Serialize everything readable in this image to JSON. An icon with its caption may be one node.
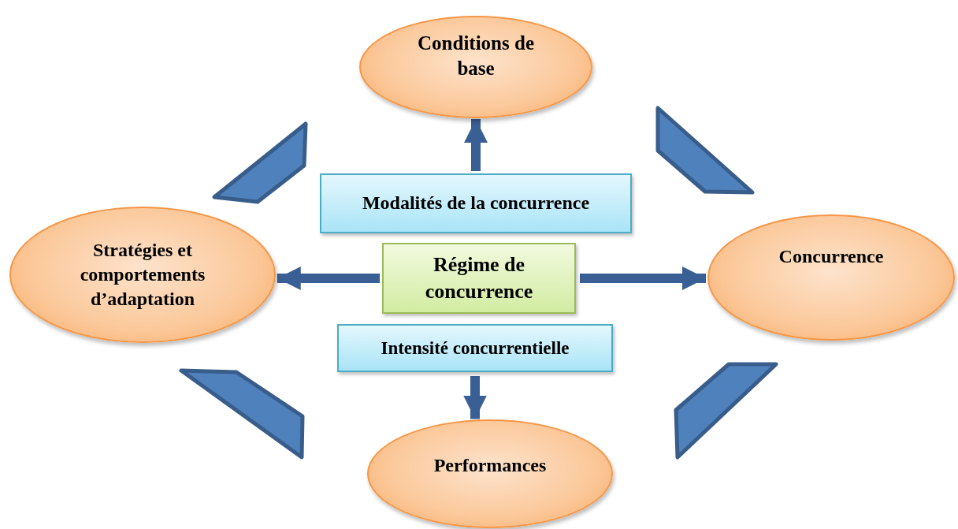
{
  "diagram": {
    "nodes": [
      {
        "text": [
          "Conditions de base"
        ]
      },
      {
        "text": [
          "Modalités de la concurrence"
        ]
      },
      {
        "text": [
          "Stratégies et comportements d’adaptation"
        ]
      },
      {
        "text": [
          "Régime de concurrence"
        ]
      },
      {
        "text": [
          "Concurrence"
        ]
      },
      {
        "text": [
          "Intensité concurrentielle"
        ]
      },
      {
        "text": [
          "Performances"
        ]
      }
    ],
    "edges": [
      {
        "from": 1,
        "to": 0,
        "arrow": "to"
      },
      {
        "from": 3,
        "to": 2,
        "arrow": "to"
      },
      {
        "from": 3,
        "to": 4,
        "arrow": "to"
      },
      {
        "from": 5,
        "to": 6,
        "arrow": "to"
      }
    ]
  }
}
